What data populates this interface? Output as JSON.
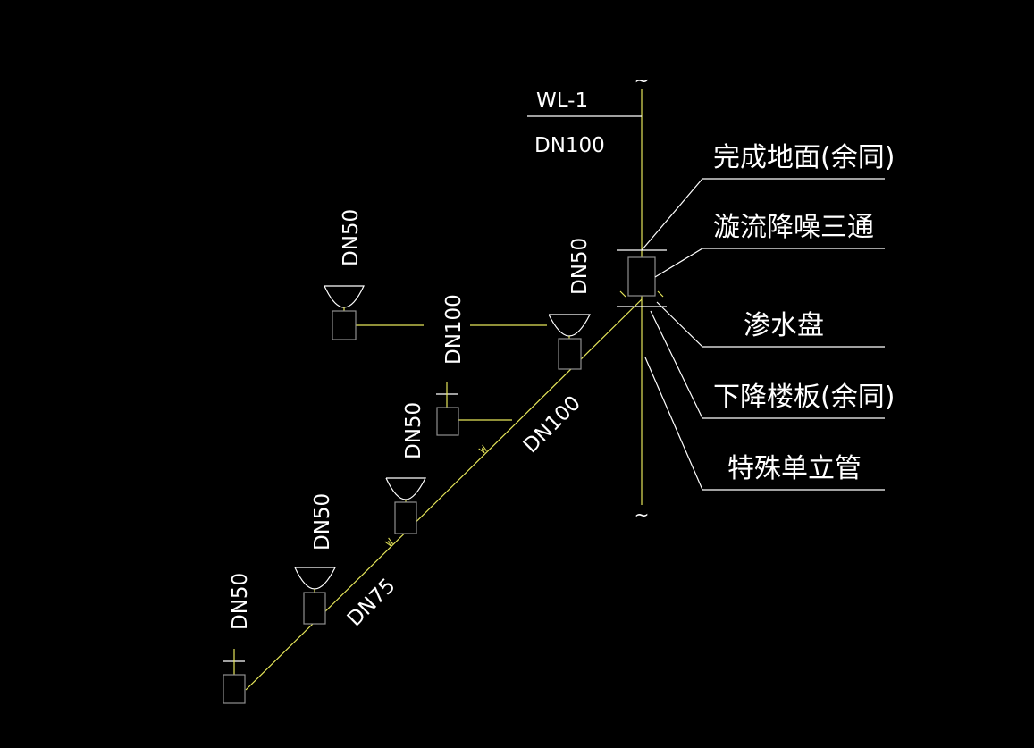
{
  "riser": {
    "tag": "WL-1",
    "size": "DN100",
    "break_symbol": "~"
  },
  "callouts": [
    {
      "label": "完成地面(余同)"
    },
    {
      "label": "漩流降噪三通"
    },
    {
      "label": "渗水盘"
    },
    {
      "label": "下降楼板(余同)"
    },
    {
      "label": "特殊单立管"
    }
  ],
  "pipe_labels": {
    "horizontal_branch": "DN100",
    "main_branch": "DN100",
    "lower_branch": "DN75"
  },
  "fixture_labels": [
    "DN50",
    "DN50",
    "DN50",
    "DN50",
    "DN50"
  ],
  "pipe_marks": [
    "W",
    "W"
  ],
  "colors": {
    "background": "#000000",
    "pipe": "#e6e65a",
    "text": "#ffffff",
    "fixture": "#8f8f8f"
  }
}
